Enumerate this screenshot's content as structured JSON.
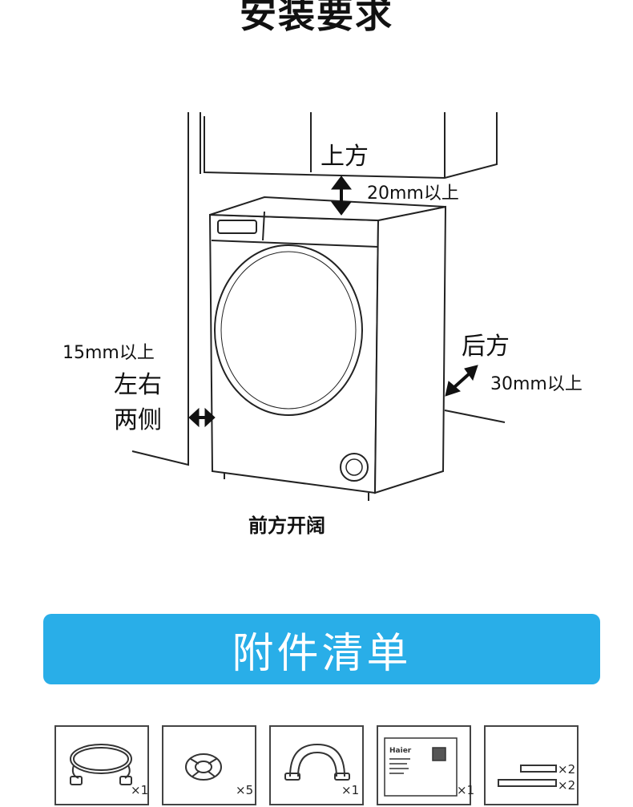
{
  "header": {
    "title": "安装要求"
  },
  "diagram": {
    "labels": {
      "top": "上方",
      "top_clearance": "20mm以上",
      "side_clearance": "15mm以上",
      "side_line1": "左右",
      "side_line2": "两侧",
      "back": "后方",
      "back_clearance": "30mm以上",
      "front": "前方开阔"
    },
    "appliance_brand": "Haier"
  },
  "accessories": {
    "title": "附件清单",
    "items": [
      {
        "icon": "inlet-hose-icon",
        "qty": "×1"
      },
      {
        "icon": "anti-vibration-cap-icon",
        "qty": "×5"
      },
      {
        "icon": "drain-hose-bracket-icon",
        "qty": "×1"
      },
      {
        "icon": "manual-card-icon",
        "qty": "×1"
      },
      {
        "icon": "plug-strip-icon",
        "qty": [
          "×2",
          "×2"
        ]
      }
    ]
  },
  "colors": {
    "banner": "#29aee8",
    "line": "#222222"
  }
}
